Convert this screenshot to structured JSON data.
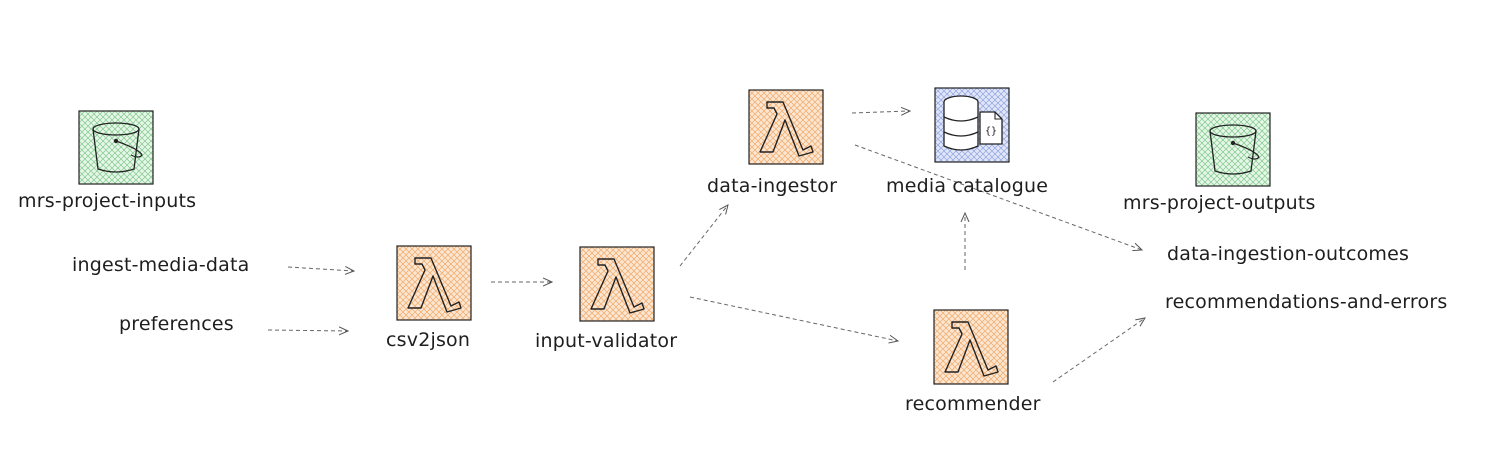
{
  "nodes": {
    "inputs_bucket": {
      "label": "mrs-project-inputs",
      "icon": "s3-bucket-icon",
      "color": "#7fc98a"
    },
    "outputs_bucket": {
      "label": "mrs-project-outputs",
      "icon": "s3-bucket-icon",
      "color": "#7fc98a"
    },
    "csv2json": {
      "label": "csv2json",
      "icon": "lambda-icon",
      "color": "#f2a968"
    },
    "input_validator": {
      "label": "input-validator",
      "icon": "lambda-icon",
      "color": "#f2a968"
    },
    "data_ingestor": {
      "label": "data-ingestor",
      "icon": "lambda-icon",
      "color": "#f2a968"
    },
    "recommender": {
      "label": "recommender",
      "icon": "lambda-icon",
      "color": "#f2a968"
    },
    "media_catalogue": {
      "label": "media catalogue",
      "icon": "database-icon",
      "color": "#8fa3e0"
    }
  },
  "folders": {
    "ingest_media_data": "ingest-media-data",
    "preferences": "preferences",
    "data_ingestion_outcomes": "data-ingestion-outcomes",
    "recommendations_and_errors": "recommendations-and-errors"
  }
}
